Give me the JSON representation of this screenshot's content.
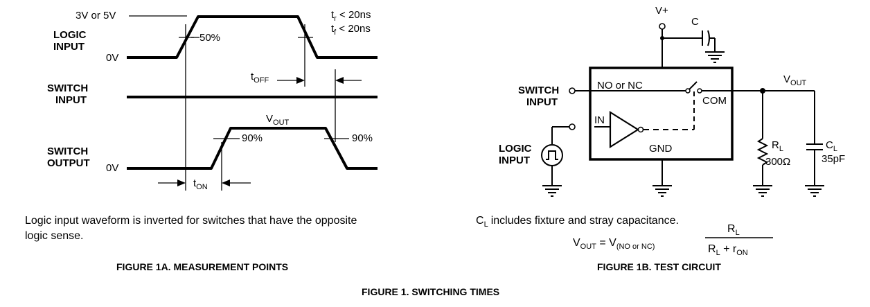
{
  "figure_1a": {
    "labels": {
      "level_high": "3V or 5V",
      "logic_input_1": "LOGIC",
      "logic_input_2": "INPUT",
      "zero_v_1": "0V",
      "pct_50": "50%",
      "tr": "t",
      "tr_sub": "r",
      "tr_rest": " < 20ns",
      "tf": "t",
      "tf_sub": "f",
      "tf_rest": " < 20ns",
      "toff": "t",
      "toff_sub": "OFF",
      "switch_input_1": "SWITCH",
      "switch_input_2": "INPUT",
      "vout": "V",
      "vout_sub": "OUT",
      "pct_90_left": "90%",
      "pct_90_right": "90%",
      "switch_output_1": "SWITCH",
      "switch_output_2": "OUTPUT",
      "zero_v_2": "0V",
      "ton": "t",
      "ton_sub": "ON"
    },
    "note_line1": "Logic input waveform is inverted for switches that have the opposite",
    "note_line2": "logic sense.",
    "caption": "FIGURE 1A.  MEASUREMENT POINTS"
  },
  "figure_1b": {
    "labels": {
      "vplus": "V+",
      "cap_c": "C",
      "no_nc": "NO or NC",
      "switch_input_1": "SWITCH",
      "switch_input_2": "INPUT",
      "com": "COM",
      "in": "IN",
      "gnd": "GND",
      "vout": "V",
      "vout_sub": "OUT",
      "logic_input_1": "LOGIC",
      "logic_input_2": "INPUT",
      "rl": "R",
      "rl_sub": "L",
      "rl_value": "300Ω",
      "cl": "C",
      "cl_sub": "L",
      "cl_value": "35pF"
    },
    "note": "includes fixture and stray capacitance.",
    "note_symbol": "C",
    "note_symbol_sub": "L",
    "formula": {
      "lhs": "V",
      "lhs_sub": "OUT",
      "eq": " = V",
      "eq_sub": "(NO or NC)",
      "num": "R",
      "num_sub": "L",
      "den": "R",
      "den_sub": "L",
      "den_plus": " + r",
      "den_plus_sub": "ON"
    },
    "caption": "FIGURE 1B.  TEST CIRCUIT"
  },
  "main_caption": "FIGURE 1.  SWITCHING TIMES"
}
